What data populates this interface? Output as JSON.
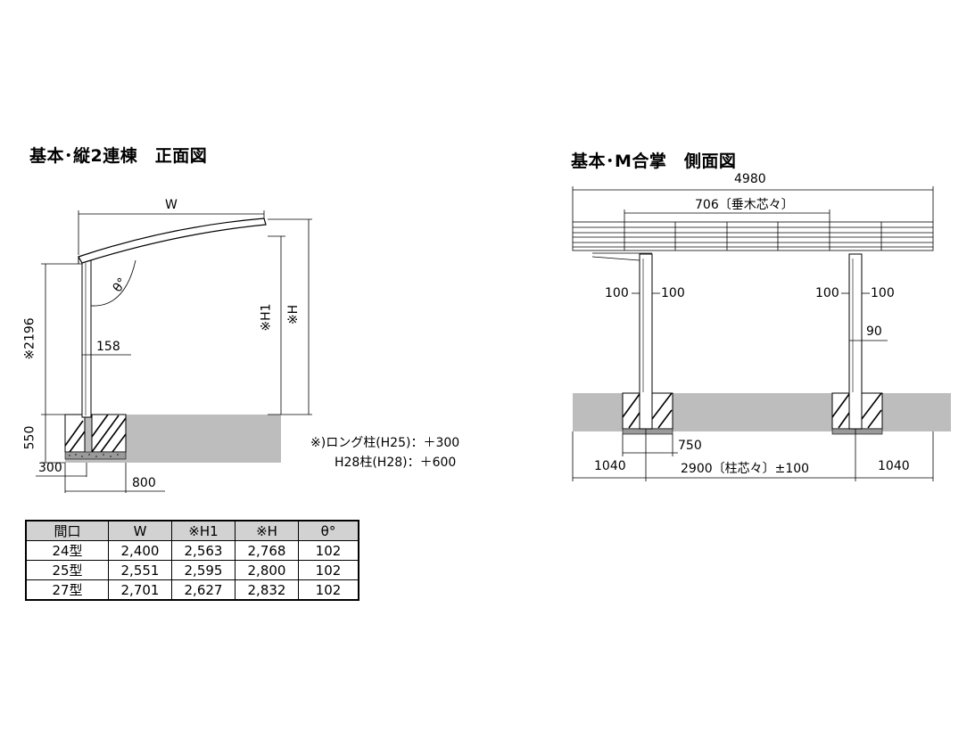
{
  "front_view": {
    "title": "基本･縦2連棟　正面図",
    "dims": {
      "w": "W",
      "h1": "※H1",
      "h": "※H",
      "height_2196": "※2196",
      "d158": "158",
      "d550": "550",
      "d300": "300",
      "d800": "800",
      "angle": "θ°"
    },
    "notes": [
      "※)ロング柱(H25)：＋300",
      "H28柱(H28)：＋600"
    ]
  },
  "side_view": {
    "title": "基本･M合掌　側面図",
    "dims": {
      "total": "4980",
      "rafter": "706〔垂木芯々〕",
      "left_a": "100",
      "left_b": "100",
      "right_a": "100",
      "right_b": "100",
      "d90": "90",
      "d750": "750",
      "left_1040": "1040",
      "center": "2900〔柱芯々〕±100",
      "right_1040": "1040"
    }
  },
  "spec_table": {
    "headers": [
      "間口",
      "W",
      "※H1",
      "※H",
      "θ°"
    ],
    "rows": [
      [
        "24型",
        "2,400",
        "2,563",
        "2,768",
        "102"
      ],
      [
        "25型",
        "2,551",
        "2,595",
        "2,800",
        "102"
      ],
      [
        "27型",
        "2,701",
        "2,627",
        "2,832",
        "102"
      ]
    ]
  }
}
